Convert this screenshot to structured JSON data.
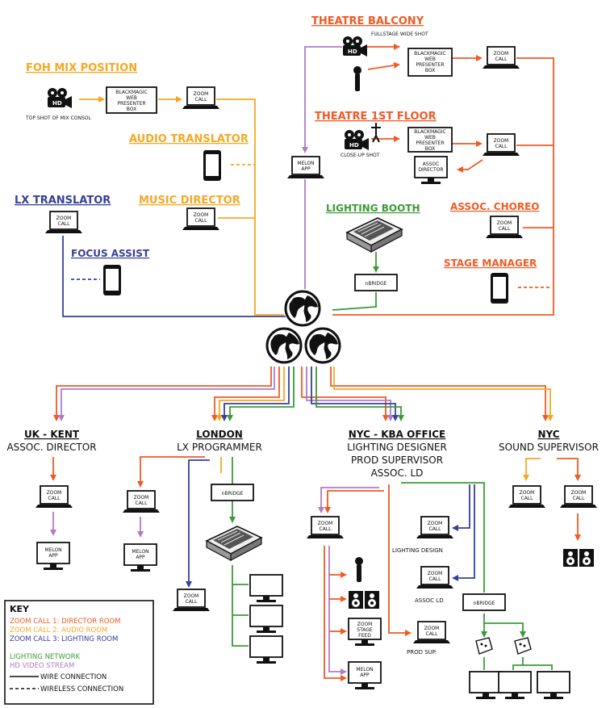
{
  "colors": {
    "director": "#f15a24",
    "audio": "#f7a823",
    "lighting": "#35409a",
    "network": "#3a9b35",
    "video": "#b07cc6",
    "ink": "#111111"
  },
  "locations": {
    "theatre_balcony": "THEATRE BALCONY",
    "foh_mix": "FOH MIX POSITION",
    "theatre_1st_floor": "THEATRE 1ST FLOOR",
    "audio_translator": "AUDIO TRANSLATOR",
    "lx_translator": "LX TRANSLATOR",
    "music_director": "MUSIC DIRECTOR",
    "lighting_booth": "LIGHTING BOOTH",
    "assoc_choreo": "ASSOC. CHOREO",
    "focus_assist": "FOCUS ASSIST",
    "stage_manager": "STAGE MANAGER",
    "uk_kent": "UK - KENT",
    "uk_kent_role": "ASSOC. DIRECTOR",
    "london": "LONDON",
    "london_role": "LX PROGRAMMER",
    "nyc_kba": "NYC - KBA OFFICE",
    "nyc_kba_roles": [
      "LIGHTING DESIGNER",
      "PROD SUPERVISOR",
      "ASSOC. LD"
    ],
    "nyc": "NYC",
    "nyc_role": "SOUND SUPERVISOR"
  },
  "captions": {
    "fullstage": "FULLSTAGE WIDE SHOT",
    "top_shot": "TOP SHOT OF MIX CONSOL",
    "closeup": "CLOSE-UP SHOT",
    "lighting_design": "LIGHTING DESIGN",
    "assoc_ld": "ASSOC LD",
    "prod_sup": "PROD SUP."
  },
  "device_labels": {
    "web_presenter": [
      "BLACKMAGIC",
      "WEB",
      "PRESENTER",
      "BOX"
    ],
    "zoom_call": [
      "ZOOM",
      "CALL"
    ],
    "melon_app": [
      "MELON",
      "APP"
    ],
    "nbridge": "nBRIDGE",
    "assoc_director": [
      "ASSOC",
      "DIRECTOR"
    ],
    "stage_feed": [
      "STAGE",
      "FEED"
    ]
  },
  "key": {
    "title": "KEY",
    "items": [
      {
        "text": "ZOOM CALL 1: DIRECTOR ROOM",
        "color": "#f15a24"
      },
      {
        "text": "ZOOM CALL 2: AUDIO ROOM",
        "color": "#f7a823"
      },
      {
        "text": "ZOOM CALL 3: LIGHTING ROOM",
        "color": "#35409a"
      },
      {
        "text": "LIGHTING NETWORK",
        "color": "#3a9b35"
      },
      {
        "text": "HD VIDEO STREAM",
        "color": "#b07cc6"
      }
    ],
    "wire": "WIRE CONNECTION",
    "wireless": "WIRELESS CONNECTION"
  }
}
